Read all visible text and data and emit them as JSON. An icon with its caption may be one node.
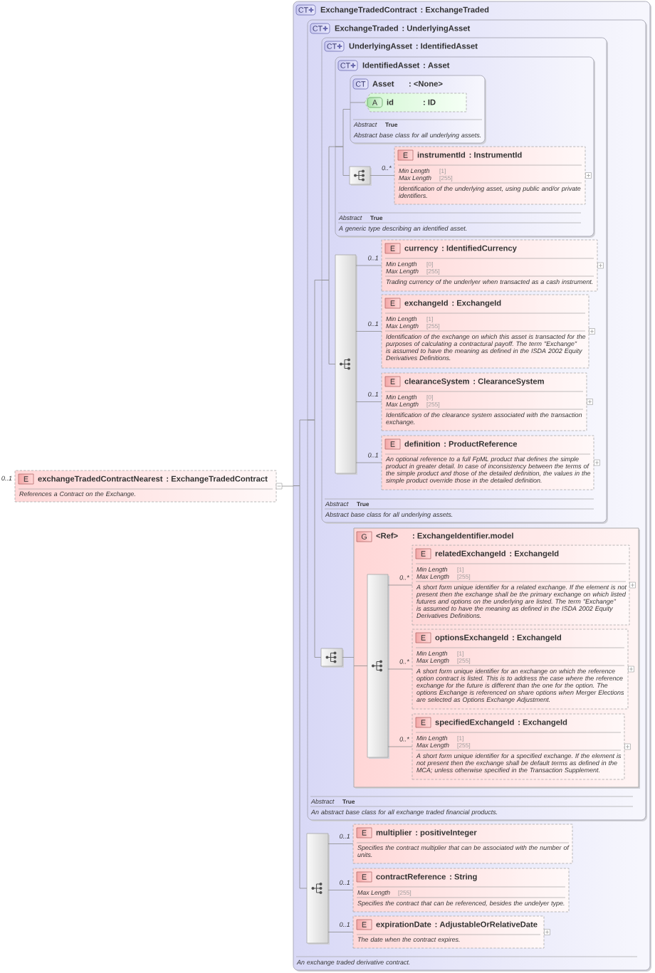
{
  "diagram": {
    "nodes": [
      {
        "text": [
          "E",
          "exchangeTradedContractNearest",
          ": ExchangeTradedContract",
          "References a Contract on the Exchange."
        ],
        "beside": [
          "0..1"
        ]
      },
      {
        "text": [
          "CT",
          "ExchangeTradedContract",
          ": ExchangeTraded",
          "An exchange traded derivative contract."
        ]
      },
      {
        "text": [
          "CT",
          "ExchangeTraded",
          ": UnderlyingAsset",
          "Abstract",
          "True",
          "An abstract base class for all exchange traded financial products."
        ],
        "in": 1
      },
      {
        "text": [
          "CT",
          "UnderlyingAsset",
          ": IdentifiedAsset",
          "Abstract",
          "True",
          "Abstract base class for all underlying assets."
        ],
        "in": 2
      },
      {
        "text": [
          "CT",
          "IdentifiedAsset",
          ": Asset",
          "Abstract",
          "True",
          "A generic type describing an identified asset."
        ],
        "in": 3
      },
      {
        "text": [
          "CT",
          "Asset",
          ": <None>",
          "Abstract",
          "True",
          "Abstract base class for all underlying assets."
        ],
        "in": 4
      },
      {
        "text": [
          "A",
          "id",
          ": ID"
        ],
        "in": 5
      },
      {
        "text": [],
        "shape": "box",
        "in": 4
      },
      {
        "text": [
          "E",
          "instrumentId",
          ": InstrumentId",
          "Min Length",
          "[1]",
          "Max Length",
          "[255]",
          "Identification of the underlying asset, using public and/or private identifiers."
        ],
        "in": 4
      },
      {
        "text": [],
        "shape": "bar",
        "in": 3
      },
      {
        "text": [
          "E",
          "currency",
          ": IdentifiedCurrency",
          "Min Length",
          "[0]",
          "Max Length",
          "[255]",
          "Trading currency of the underlyer when transacted as a cash instrument."
        ],
        "in": 3
      },
      {
        "text": [
          "E",
          "exchangeId",
          ": ExchangeId",
          "Min Length",
          "[1]",
          "Max Length",
          "[255]",
          "Identification of the exchange on which this asset is transacted for the purposes of calculating a contractural payoff. The term \"Exchange\" is assumed to have the meaning as defined in the ISDA 2002 Equity Derivatives Definitions."
        ],
        "in": 3
      },
      {
        "text": [
          "E",
          "clearanceSystem",
          ": ClearanceSystem",
          "Min Length",
          "[0]",
          "Max Length",
          "[255]",
          "Identification of the clearance system associated with the transaction exchange."
        ],
        "in": 3
      },
      {
        "text": [
          "E",
          "definition",
          ": ProductReference",
          "An optional reference to a full FpML product that defines the simple product in greater detail. In case of inconsistency between the terms of the simple product and those of the detailed definition, the values in the simple product override those in the detailed definition."
        ],
        "in": 3
      },
      {
        "text": [],
        "shape": "box",
        "in": 2
      },
      {
        "text": [
          "G",
          "<Ref>",
          ": ExchangeIdentifier.model"
        ],
        "in": 2
      },
      {
        "text": [],
        "shape": "bar",
        "in": 15
      },
      {
        "text": [
          "E",
          "relatedExchangeId",
          ": ExchangeId",
          "Min Length",
          "[1]",
          "Max Length",
          "[255]",
          "A short form unique identifier for a related exchange. If the element is not present then the exchange shall be the primary exchange on which listed futures and options on the underlying are listed. The term \"Exchange\" is assumed to have the meaning as defined in the ISDA 2002 Equity Derivatives Definitions."
        ],
        "in": 15
      },
      {
        "text": [
          "E",
          "optionsExchangeId",
          ": ExchangeId",
          "Min Length",
          "[1]",
          "Max Length",
          "[255]",
          "A short form unique identifier for an exchange on which the reference option contract is listed. This is to address the case where the reference exchange for the future is different than the one for the option. The options Exchange is referenced on share options when Merger Elections are selected as Options Exchange Adjustment."
        ],
        "in": 15
      },
      {
        "text": [
          "E",
          "specifiedExchangeId",
          ": ExchangeId",
          "Min Length",
          "[1]",
          "Max Length",
          "[255]",
          "A short form unique identifier for a specified exchange. If the element is not present then the exchange shall be default terms as defined in the MCA; unless otherwise specified in the Transaction Supplement."
        ],
        "in": 15
      },
      {
        "text": [],
        "shape": "bar",
        "in": 1
      },
      {
        "text": [
          "E",
          "multiplier",
          ": positiveInteger",
          "Specifies the contract multiplier that can be associated with the number of units."
        ],
        "in": 1
      },
      {
        "text": [
          "E",
          "contractReference",
          ": String",
          "Max Length",
          "[255]",
          "Specifies the contract that can be referenced, besides the undelyer type."
        ],
        "in": 1
      },
      {
        "text": [
          "E",
          "expirationDate",
          ": AdjustableOrRelativeDate",
          "The date when the contract expires."
        ],
        "in": 1
      }
    ],
    "edges": [
      {
        "from": 0,
        "to": 1,
        "arrow": "none"
      },
      {
        "from": 1,
        "to": 2,
        "arrow": "none"
      },
      {
        "from": 1,
        "to": 20,
        "arrow": "none"
      },
      {
        "from": 2,
        "to": 3,
        "arrow": "none"
      },
      {
        "from": 2,
        "to": 14,
        "arrow": "none"
      },
      {
        "from": 3,
        "to": 4,
        "arrow": "none"
      },
      {
        "from": 3,
        "to": 9,
        "arrow": "none"
      },
      {
        "from": 4,
        "to": 5,
        "arrow": "none"
      },
      {
        "from": 4,
        "to": 7,
        "arrow": "none"
      },
      {
        "from": 5,
        "to": 6,
        "arrow": "none"
      },
      {
        "from": 7,
        "to": 8,
        "arrow": "none",
        "label": "0..*"
      },
      {
        "from": 9,
        "to": 10,
        "arrow": "none",
        "label": "0..1"
      },
      {
        "from": 9,
        "to": 11,
        "arrow": "none",
        "label": "0..1"
      },
      {
        "from": 9,
        "to": 12,
        "arrow": "none",
        "label": "0..1"
      },
      {
        "from": 9,
        "to": 13,
        "arrow": "none",
        "label": "0..1"
      },
      {
        "from": 14,
        "to": 15,
        "arrow": "none"
      },
      {
        "from": 15,
        "to": 16,
        "arrow": "none"
      },
      {
        "from": 16,
        "to": 17,
        "arrow": "none",
        "label": "0..*"
      },
      {
        "from": 16,
        "to": 18,
        "arrow": "none",
        "label": "0..*"
      },
      {
        "from": 16,
        "to": 19,
        "arrow": "none",
        "label": "0..*"
      },
      {
        "from": 20,
        "to": 21,
        "arrow": "none",
        "label": "0..1"
      },
      {
        "from": 20,
        "to": 22,
        "arrow": "none",
        "label": "0..1"
      },
      {
        "from": 20,
        "to": 23,
        "arrow": "none",
        "label": "0..1"
      }
    ]
  }
}
